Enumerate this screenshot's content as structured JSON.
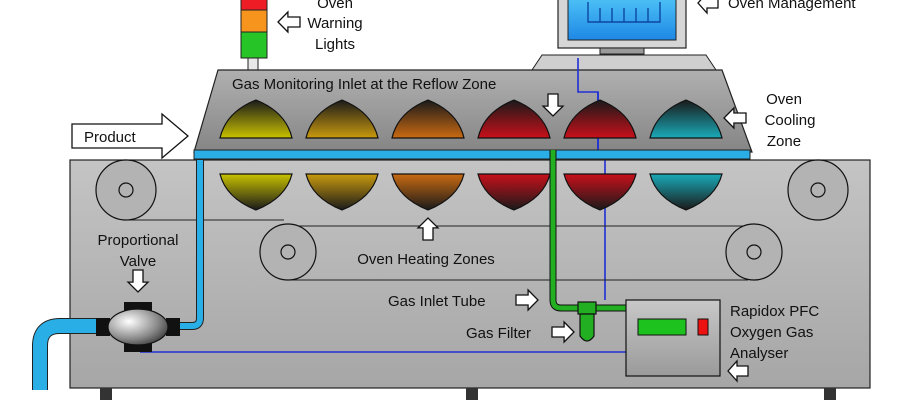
{
  "labels": {
    "warning_lights": [
      "Oven",
      "Warning",
      "Lights"
    ],
    "oven_management": "Oven Management",
    "gas_monitoring_inlet": "Gas Monitoring Inlet at the Reflow Zone",
    "product": "Product",
    "cooling_zone": [
      "Oven",
      "Cooling",
      "Zone"
    ],
    "proportional_valve": [
      "Proportional",
      "Valve"
    ],
    "heating_zones": "Oven Heating Zones",
    "gas_inlet_tube": "Gas Inlet Tube",
    "gas_filter": "Gas Filter",
    "analyser": [
      "Rapidox PFC",
      "Oxygen Gas",
      "Analyser"
    ]
  },
  "colors": {
    "machine_body": "#b7b7b7",
    "hood": "#9c9c9c",
    "conveyor": "#29aee6",
    "gas_tube": "#22b022",
    "signal_wire": "#1f2fd6",
    "light_red": "#ee1c24",
    "light_orange": "#f7941d",
    "light_green": "#27c427",
    "analyser_display": "#1ec21e",
    "analyser_indicator": "#ee1111"
  },
  "zones": [
    {
      "name": "heating-zone-1",
      "color": "#c9c200"
    },
    {
      "name": "heating-zone-2",
      "color": "#c99a0e"
    },
    {
      "name": "heating-zone-3",
      "color": "#c96a12"
    },
    {
      "name": "heating-zone-4",
      "color": "#c8101a"
    },
    {
      "name": "heating-zone-5",
      "color": "#c8101a"
    },
    {
      "name": "cooling-zone",
      "color": "#1aaab8"
    }
  ],
  "icons": {
    "arrow": "hollow-block-arrow",
    "roller": "roller-icon",
    "monitor": "monitor-icon"
  }
}
